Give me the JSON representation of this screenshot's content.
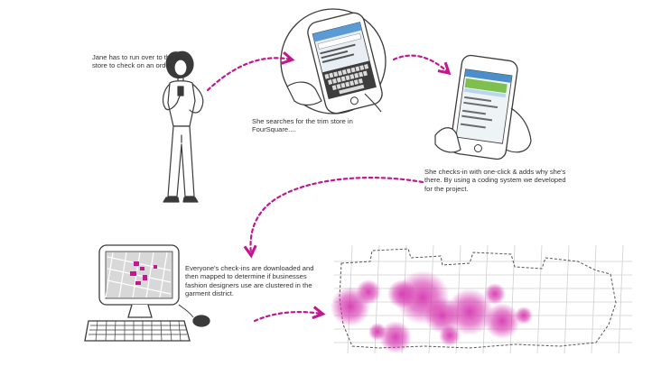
{
  "captions": {
    "step1": "Jane has to run over to the trim store to check on an order.",
    "step2": "She searches for the trim store in FourSquare....",
    "step3": "She checks-in with one-click & adds why she's there. By using a coding system we developed for the project.",
    "step4": "Everyone's check-ins are downloaded and then mapped to determine if businesses fashion designers use are clustered in the garment district."
  },
  "colors": {
    "accent": "#c2188f",
    "line": "#3a3a3a",
    "heat": "#d63ab0"
  },
  "icons": [
    "woman-figure",
    "phone-in-hand",
    "smartphone",
    "desktop-computer",
    "heatmap-street-map"
  ]
}
